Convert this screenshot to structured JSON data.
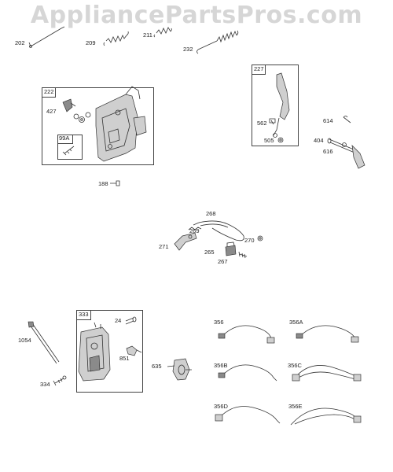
{
  "watermark": "AppliancePartsPros.com",
  "labels": {
    "p202": "202",
    "p209": "209",
    "p211": "211",
    "p232": "232",
    "p222": "222",
    "p427": "427",
    "p99a": "99A",
    "p188": "188",
    "p227": "227",
    "p562": "562",
    "p505": "505",
    "p614": "614",
    "p404": "404",
    "p616": "616",
    "p268": "268",
    "p269": "269",
    "p271": "271",
    "p270": "270",
    "p265": "265",
    "p267": "267",
    "p1054": "1054",
    "p334": "334",
    "p333": "333",
    "p24": "24",
    "p851": "851",
    "p635": "635",
    "p356": "356",
    "p356a": "356A",
    "p356b": "356B",
    "p356c": "356C",
    "p356d": "356D",
    "p356e": "356E"
  }
}
